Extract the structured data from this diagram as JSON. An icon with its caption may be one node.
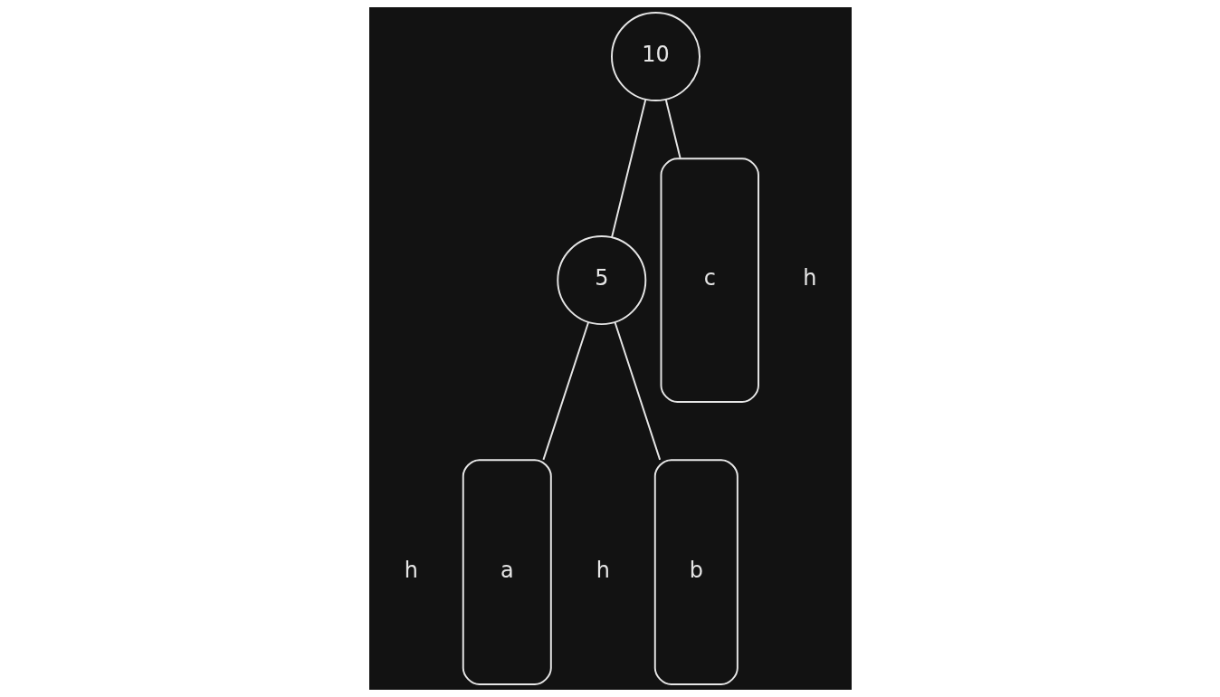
{
  "diagram": {
    "nodes": [
      {
        "text": [
          "10"
        ]
      },
      {
        "text": [
          "5"
        ]
      },
      {
        "text": [
          "c"
        ],
        "beside": [
          "h"
        ]
      },
      {
        "text": [
          "a"
        ],
        "beside": [
          "h"
        ]
      },
      {
        "text": [
          "b"
        ],
        "beside": [
          "h"
        ]
      }
    ],
    "edges": [
      {
        "from": 0,
        "to": 1,
        "arrow": "none"
      },
      {
        "from": 0,
        "to": 2,
        "arrow": "none"
      },
      {
        "from": 1,
        "to": 3,
        "arrow": "none"
      },
      {
        "from": 1,
        "to": 4,
        "arrow": "none"
      }
    ]
  }
}
